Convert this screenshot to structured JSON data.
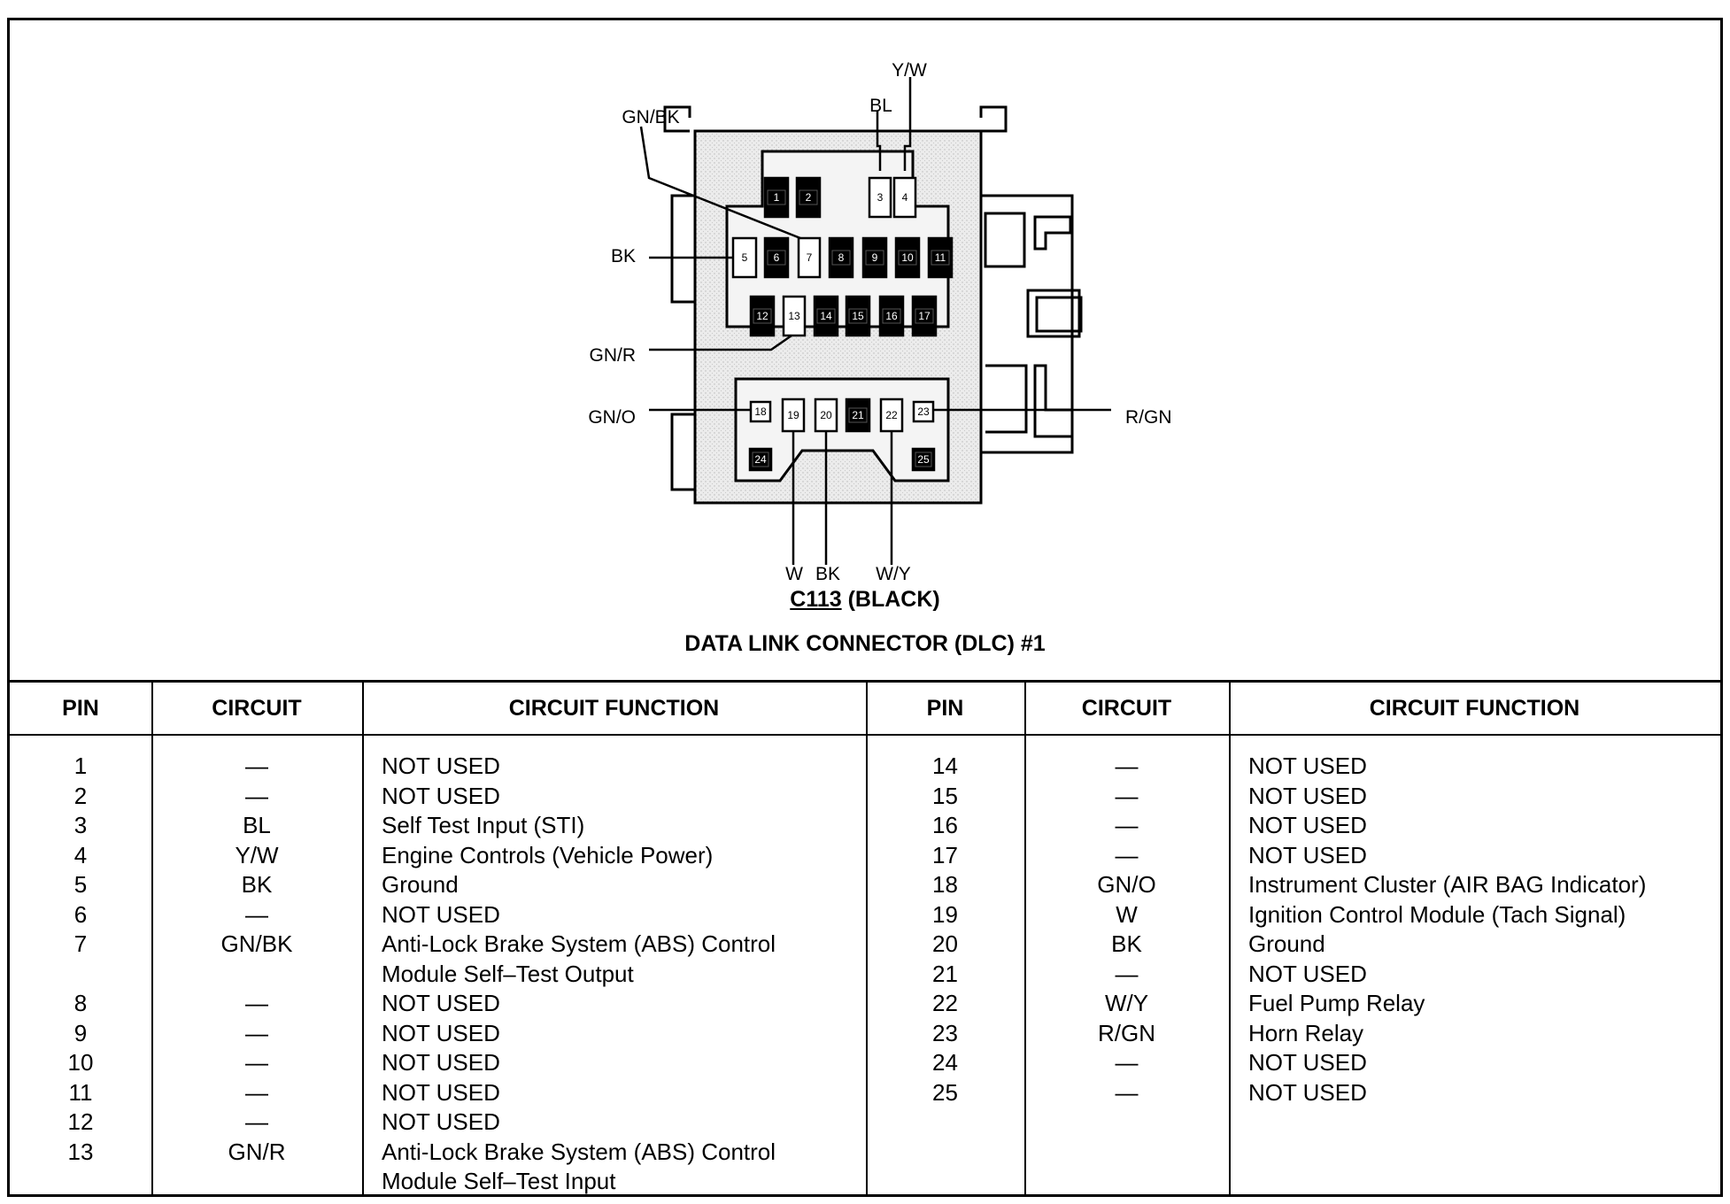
{
  "connector": {
    "code": "C113",
    "color_text": "(BLACK)",
    "name": "DATA LINK CONNECTOR (DLC) #1",
    "pin_labels": [
      "1",
      "2",
      "3",
      "4",
      "5",
      "6",
      "7",
      "8",
      "9",
      "10",
      "11",
      "12",
      "13",
      "14",
      "15",
      "16",
      "17",
      "18",
      "19",
      "20",
      "21",
      "22",
      "23",
      "24",
      "25"
    ],
    "wire_labels": {
      "y_w": "Y/W",
      "bl": "BL",
      "gn_bk": "GN/BK",
      "bk_left": "BK",
      "gn_r": "GN/R",
      "gn_o": "GN/O",
      "r_gn": "R/GN",
      "w": "W",
      "bk_bottom": "BK",
      "w_y": "W/Y"
    }
  },
  "table": {
    "headers": {
      "pin": "PIN",
      "circuit": "CIRCUIT",
      "function": "CIRCUIT FUNCTION"
    },
    "left": {
      "pins": "1\n2\n3\n4\n5\n6\n7\n\n8\n9\n10\n11\n12\n13",
      "circuits": "—\n—\nBL\nY/W\nBK\n—\nGN/BK\n\n—\n—\n—\n—\n—\nGN/R",
      "functions": "NOT USED\nNOT USED\nSelf Test Input (STI)\nEngine Controls (Vehicle Power)\nGround\nNOT USED\nAnti-Lock Brake System (ABS) Control\nModule Self–Test Output\nNOT USED\nNOT USED\nNOT USED\nNOT USED\nNOT USED\nAnti-Lock Brake System (ABS) Control\nModule Self–Test Input"
    },
    "right": {
      "pins": "14\n15\n16\n17\n18\n19\n20\n21\n22\n23\n24\n25",
      "circuits": "—\n—\n—\n—\nGN/O\nW\nBK\n—\nW/Y\nR/GN\n—\n—",
      "functions": "NOT USED\nNOT USED\nNOT USED\nNOT USED\nInstrument Cluster (AIR BAG Indicator)\nIgnition Control Module (Tach Signal)\nGround\nNOT USED\nFuel Pump Relay\nHorn Relay\nNOT USED\nNOT USED"
    }
  }
}
